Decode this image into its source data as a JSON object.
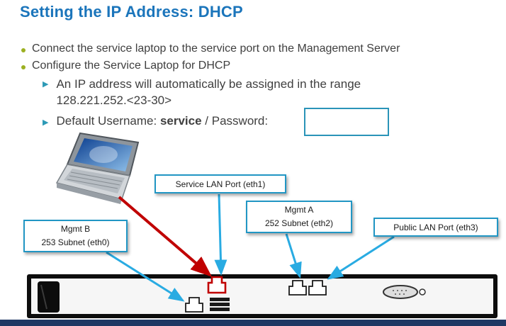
{
  "slide": {
    "title": "Setting the IP Address: DHCP",
    "bullets": {
      "item1": "Connect the service laptop to the service port on the Management Server",
      "item2": "Configure the Service Laptop for DHCP"
    },
    "sub_bullets": {
      "ip_line1": "An IP address will automatically be assigned in the range",
      "ip_line2": "128.221.252.<23-30>",
      "cred_prefix": "Default Username:",
      "cred_username": "service",
      "cred_suffix": "/ Password:",
      "password_value": ""
    }
  },
  "callouts": {
    "service_lan": {
      "line1": "Service LAN Port (eth1)"
    },
    "mgmt_a": {
      "line1": "Mgmt A",
      "line2": "252 Subnet (eth2)"
    },
    "mgmt_b": {
      "line1": "Mgmt B",
      "line2": "253 Subnet (eth0)"
    },
    "public_lan": {
      "line1": "Public LAN Port (eth3)"
    }
  },
  "icons": {
    "bullet_marker": "green-circle",
    "sub_bullet_marker": "▶",
    "laptop": "laptop-clipart",
    "ethernet_port": "rj45-jack",
    "serial_port": "db9-connector"
  },
  "colors": {
    "title_blue": "#1B75BB",
    "bullet_green": "#9CB021",
    "marker_teal": "#2D9AB6",
    "callout_border": "#2196C4",
    "connector_cyan": "#29ABE2",
    "cable_red": "#C00000",
    "footer_navy": "#1F3864"
  }
}
